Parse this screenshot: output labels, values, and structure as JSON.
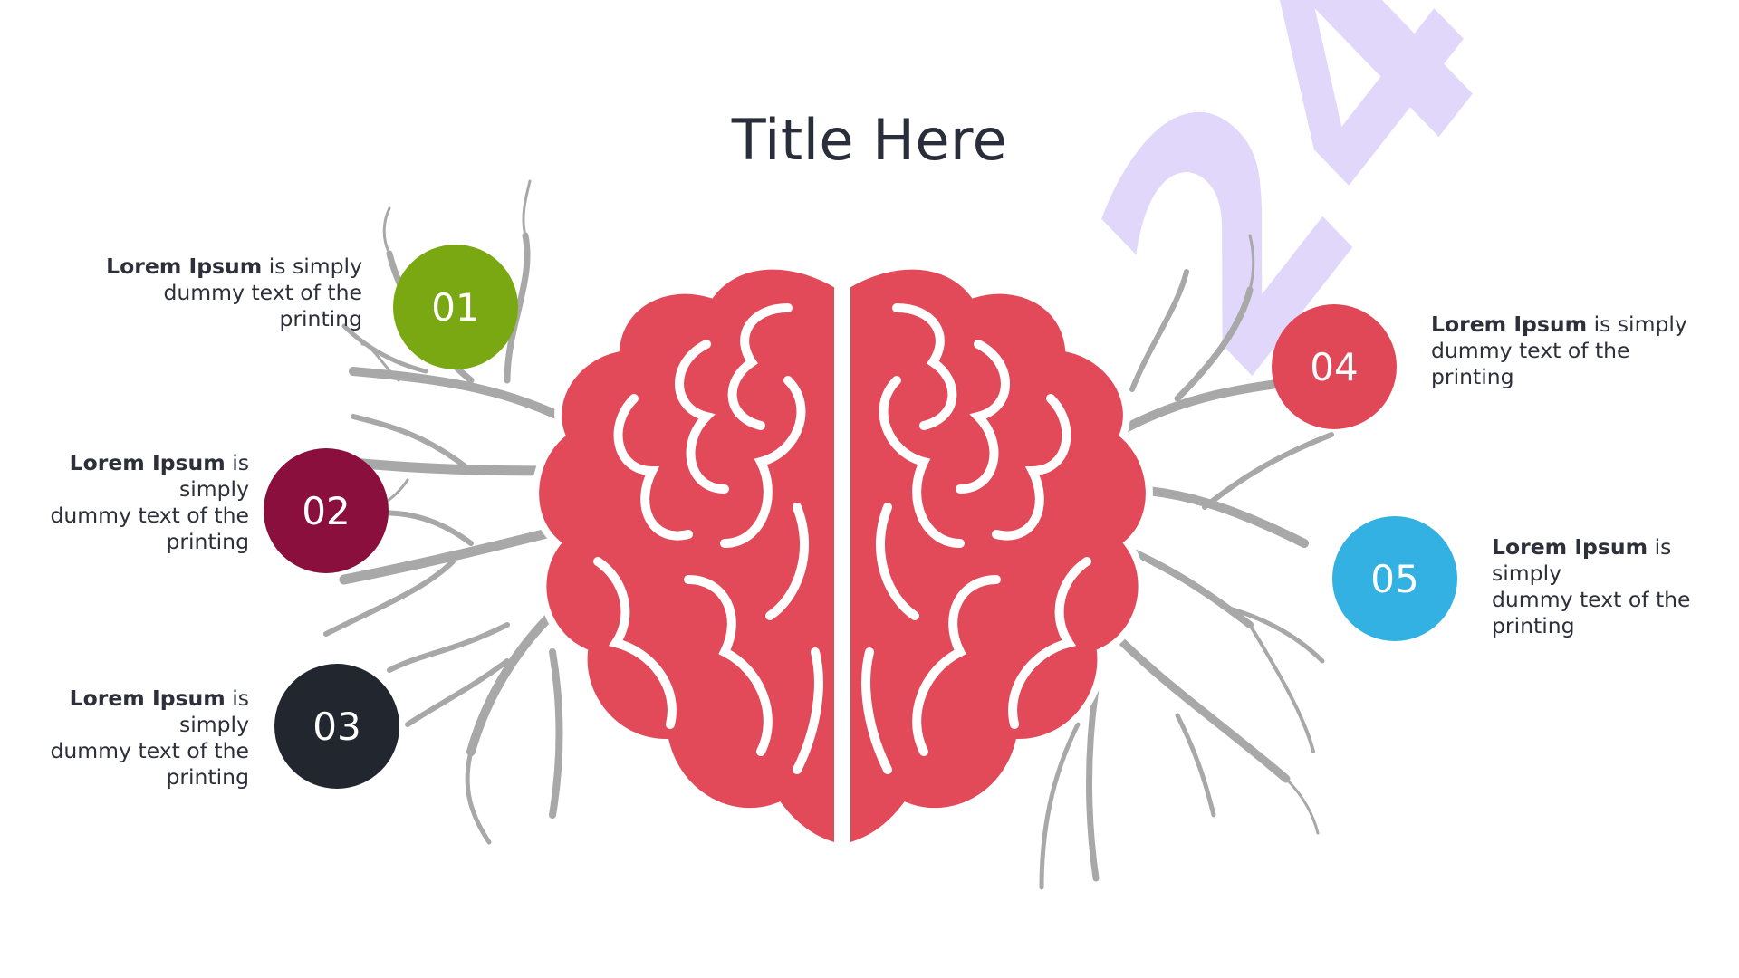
{
  "slide": {
    "title": "Title Here",
    "watermark_text": "24",
    "items": [
      {
        "number": "01",
        "bold": "Lorem Ipsum",
        "line1_rest": " is simply",
        "line2": "dummy text of the",
        "line3": "printing",
        "color": "#7aa812"
      },
      {
        "number": "02",
        "bold": "Lorem Ipsum",
        "line1_rest": " is simply",
        "line2": "dummy text of the",
        "line3": "printing",
        "color": "#8b0f3c"
      },
      {
        "number": "03",
        "bold": "Lorem Ipsum",
        "line1_rest": " is simply",
        "line2": "dummy text of the",
        "line3": "printing",
        "color": "#22262f"
      },
      {
        "number": "04",
        "bold": "Lorem Ipsum",
        "line1_rest": " is simply",
        "line2": "dummy text of the",
        "line3": "printing",
        "color": "#e04858"
      },
      {
        "number": "05",
        "bold": "Lorem Ipsum",
        "line1_rest": " is simply",
        "line2": "dummy text of the",
        "line3": "printing",
        "color": "#33b1e2"
      }
    ],
    "colors": {
      "brain": "#e24a59",
      "brain_outline": "#ffffff",
      "roots": "#a8a8a8",
      "title": "#2a2e3a",
      "watermark": "#dcd1fb"
    }
  }
}
